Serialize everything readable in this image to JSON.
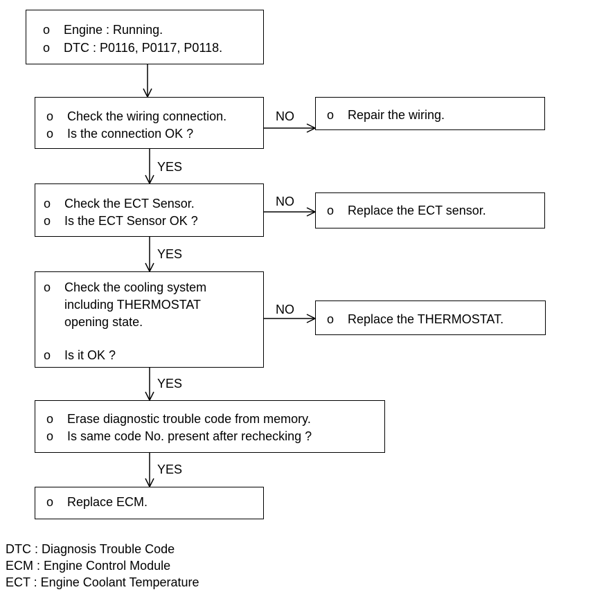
{
  "bullet": "o",
  "steps": {
    "start": {
      "lines": [
        "Engine : Running.",
        "DTC : P0116, P0117, P0118."
      ]
    },
    "wiring": {
      "lines": [
        "Check the wiring connection.",
        "Is the connection OK ?"
      ]
    },
    "ect_sensor": {
      "lines": [
        "Check the ECT Sensor.",
        "Is the ECT Sensor OK ?"
      ]
    },
    "cooling": {
      "lines": [
        "Check the cooling system",
        "including THERMOSTAT",
        "opening state.",
        "Is it OK  ?"
      ]
    },
    "erase": {
      "lines": [
        "Erase diagnostic trouble code from memory.",
        "Is same code No. present after rechecking ?"
      ]
    },
    "replace_ecm": {
      "lines": [
        "Replace ECM."
      ]
    }
  },
  "actions": {
    "repair_wiring": "Repair the wiring.",
    "replace_ect": "Replace the ECT sensor.",
    "replace_thermostat": "Replace the THERMOSTAT."
  },
  "labels": {
    "yes": "YES",
    "no": "NO"
  },
  "legend": [
    "DTC : Diagnosis Trouble Code",
    "ECM : Engine Control Module",
    "ECT : Engine Coolant Temperature"
  ]
}
